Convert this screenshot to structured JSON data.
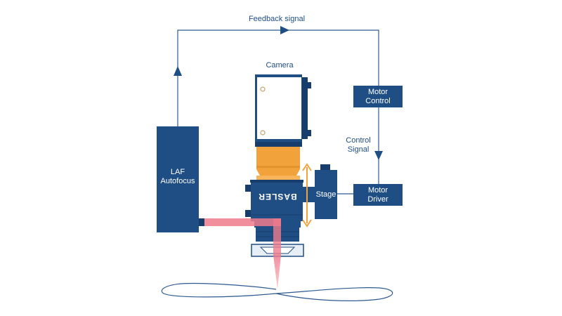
{
  "labels": {
    "feedback_signal": "Feedback signal",
    "camera": "Camera",
    "motor_control_line1": "Motor",
    "motor_control_line2": "Control",
    "control_signal_line1": "Control",
    "control_signal_line2": "Signal",
    "motor_driver_line1": "Motor",
    "motor_driver_line2": "Driver",
    "stage": "Stage",
    "laf_line1": "LAF",
    "laf_line2": "Autofocus",
    "brand_camera": "BASLER",
    "brand_lens": "BASLER"
  },
  "colors": {
    "navy": "#1f4e84",
    "navy_dark": "#163d6b",
    "orange": "#f2a23a",
    "laser": "#ee7b8c",
    "line": "#2d5a90",
    "light_panel": "#e8eef5"
  }
}
